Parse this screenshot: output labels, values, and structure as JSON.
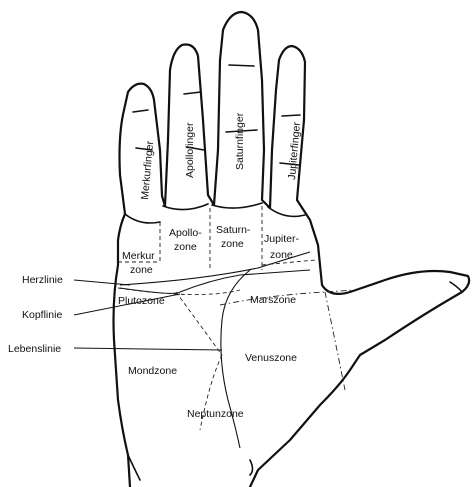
{
  "fingers": {
    "merkur": "Merkurfinger",
    "apollo": "Apollofinger",
    "saturn": "Saturnfinger",
    "jupiter": "Jupiterfinger"
  },
  "zones": {
    "apollo_1": "Apollo-",
    "apollo_2": "zone",
    "saturn_1": "Saturn-",
    "saturn_2": "zone",
    "jupiter_1": "Jupiter-",
    "jupiter_2": "zone",
    "merkur_1": "Merkur",
    "merkur_2": "zone",
    "pluto": "Plutozone",
    "mars": "Marszone",
    "venus": "Venuszone",
    "mond": "Mondzone",
    "neptun": "Neptunzone"
  },
  "lines": {
    "herz": "Herzlinie",
    "kopf": "Kopflinie",
    "leben": "Lebenslinie"
  }
}
